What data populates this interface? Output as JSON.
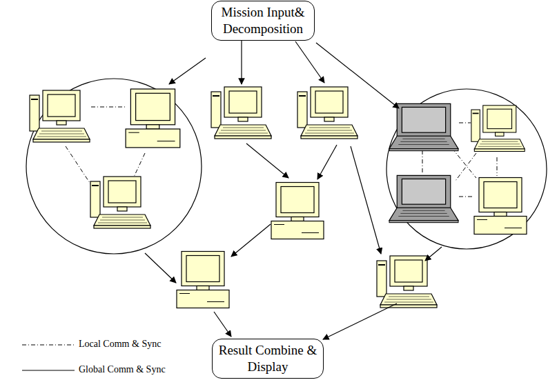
{
  "diagram": {
    "nodes": [
      {
        "text": [
          "Mission Input& Decomposition"
        ]
      },
      {
        "text": [
          "Result Combine & Display"
        ]
      }
    ],
    "legend": [
      {
        "text": "Local Comm & Sync"
      },
      {
        "text": "Global Comm & Sync"
      }
    ]
  }
}
